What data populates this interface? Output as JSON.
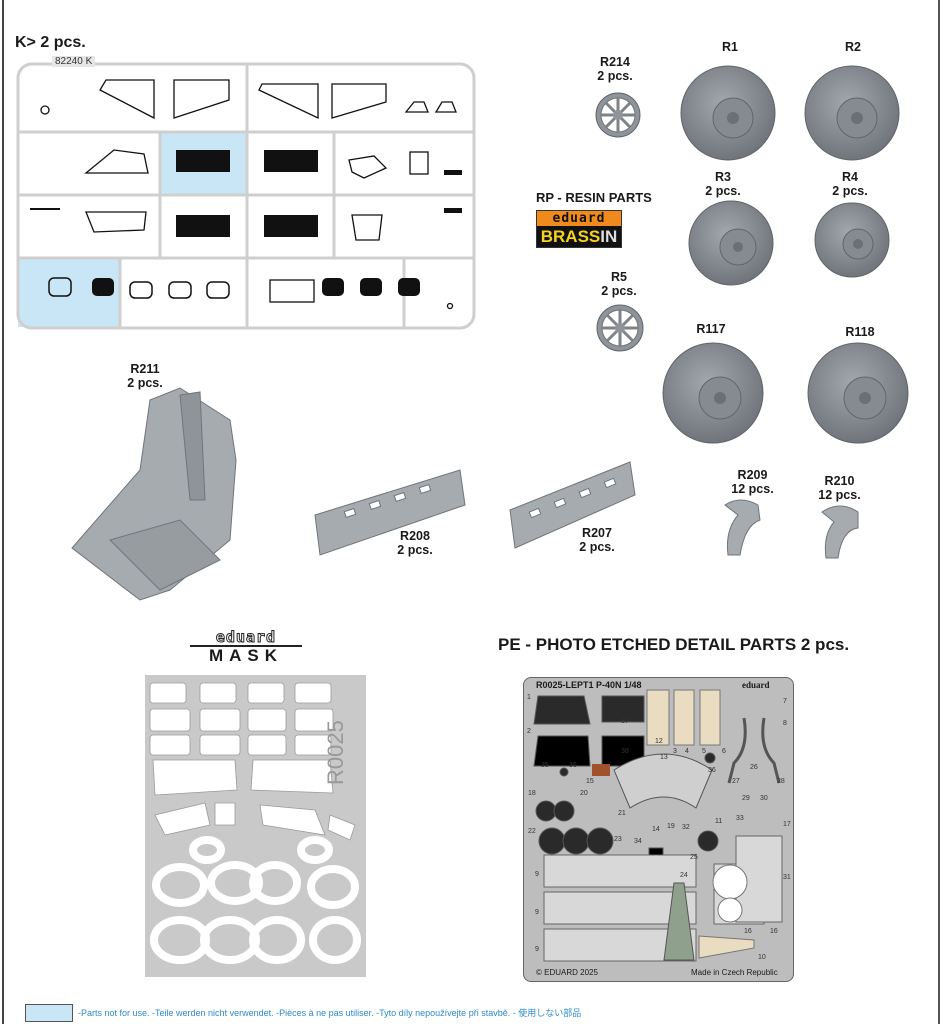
{
  "sprue": {
    "title": "K> 2 pcs.",
    "code": "82240 K"
  },
  "resin": {
    "section_title": "RP - RESIN PARTS",
    "brand_logo": {
      "top": "eduard",
      "bottom_a": "BRASS",
      "bottom_b": "IN"
    },
    "parts": [
      {
        "id": "R214",
        "qty": "2 pcs."
      },
      {
        "id": "R1",
        "qty": ""
      },
      {
        "id": "R2",
        "qty": ""
      },
      {
        "id": "R3",
        "qty": "2 pcs."
      },
      {
        "id": "R4",
        "qty": "2 pcs."
      },
      {
        "id": "R5",
        "qty": "2 pcs."
      },
      {
        "id": "R117",
        "qty": ""
      },
      {
        "id": "R118",
        "qty": ""
      },
      {
        "id": "R211",
        "qty": "2 pcs."
      },
      {
        "id": "R208",
        "qty": "2 pcs."
      },
      {
        "id": "R207",
        "qty": "2 pcs."
      },
      {
        "id": "R209",
        "qty": "12 pcs."
      },
      {
        "id": "R210",
        "qty": "12 pcs."
      }
    ]
  },
  "mask": {
    "logo_top": "eduard",
    "logo_bottom": "MASK",
    "code": "R0025"
  },
  "pe": {
    "section_title": "PE - PHOTO ETCHED DETAIL PARTS  2 pcs.",
    "fret_code": "R0025-LEPT1  P-40N   1/48",
    "brand": "eduard",
    "copyright": "© EDUARD 2025",
    "origin": "Made in Czech Republic",
    "part_numbers": [
      "1",
      "2",
      "37",
      "38",
      "12",
      "3",
      "4",
      "5",
      "6",
      "7",
      "8",
      "35",
      "36",
      "15",
      "13",
      "36",
      "26",
      "27",
      "28",
      "18",
      "20",
      "21",
      "29",
      "30",
      "33",
      "17",
      "22",
      "23",
      "34",
      "14",
      "19",
      "32",
      "11",
      "25",
      "31",
      "9",
      "9",
      "9",
      "24",
      "16",
      "16",
      "10"
    ]
  },
  "legend": {
    "text": "-Parts not for use. -Teile werden nicht verwendet. -Pièces à ne pas utiliser. -Tyto díly nepoužívejte při stavbě. -   使用しない部品",
    "color": "#c9e6f6"
  }
}
